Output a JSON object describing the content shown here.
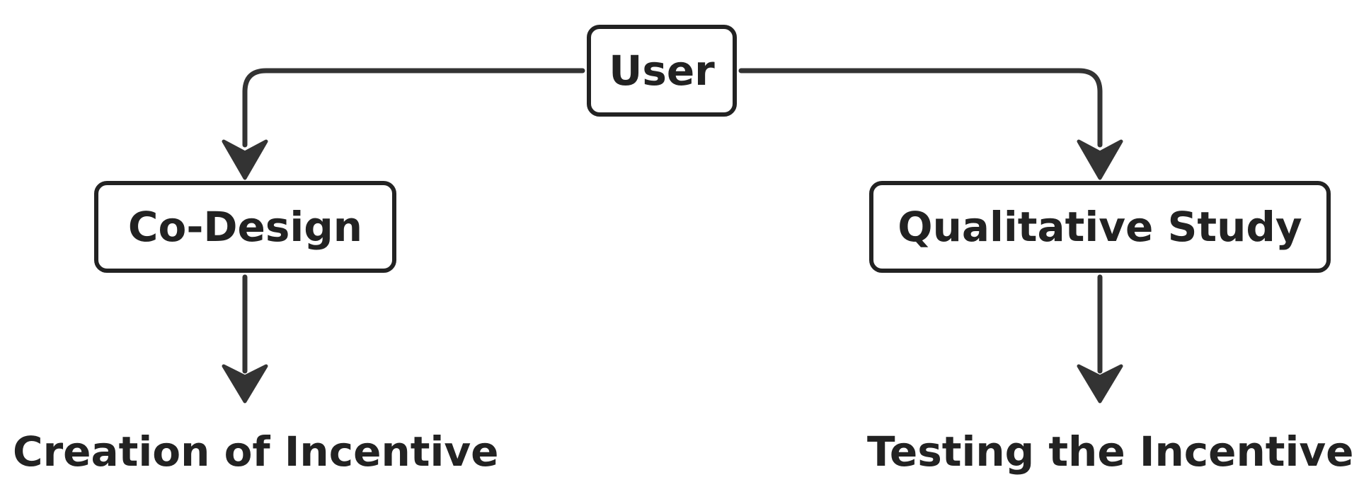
{
  "diagram": {
    "root": {
      "label": "User"
    },
    "branches": [
      {
        "label": "Co-Design",
        "outcome": "Creation of Incentive"
      },
      {
        "label": "Qualitative Study",
        "outcome": "Testing the Incentive"
      }
    ]
  }
}
